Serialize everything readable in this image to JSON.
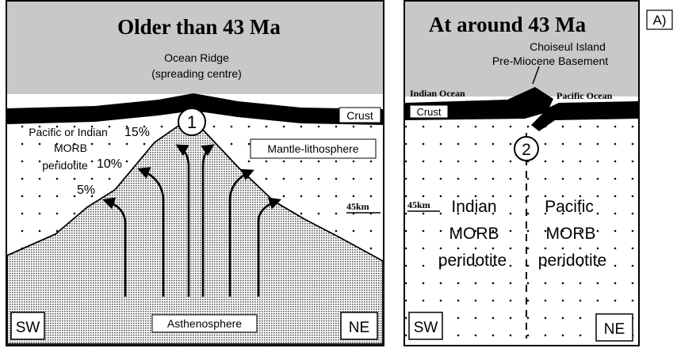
{
  "panel_label": "A)",
  "left_panel": {
    "title": "Older than 43 Ma",
    "ridge_label_line1": "Ocean Ridge",
    "ridge_label_line2": "(spreading centre)",
    "crust_label": "Crust",
    "marker": "1",
    "source_line1": "Pacific or Indian",
    "source_line2": "MORB",
    "source_line3": "peridotite",
    "pct_15": "15%",
    "pct_10": "10%",
    "pct_5": "5%",
    "mantle_label": "Mantle-lithosphere",
    "scale_label": "45km",
    "sw_label": "SW",
    "ne_label": "NE",
    "astheno_label": "Asthenosphere"
  },
  "right_panel": {
    "title": "At around 43 Ma",
    "island_line1": "Choiseul Island",
    "island_line2": "Pre-Miocene Basement",
    "indian_ocean": "Indian Ocean",
    "pacific_ocean": "Pacific Ocean",
    "crust_label": "Crust",
    "marker": "2",
    "scale_label": "45km",
    "indian_line1": "Indian",
    "indian_line2": "MORB",
    "indian_line3": "peridotite",
    "pacific_line1": "Pacific",
    "pacific_line2": "MORB",
    "pacific_line3": "peridotite",
    "sw_label": "SW",
    "ne_label": "NE"
  }
}
